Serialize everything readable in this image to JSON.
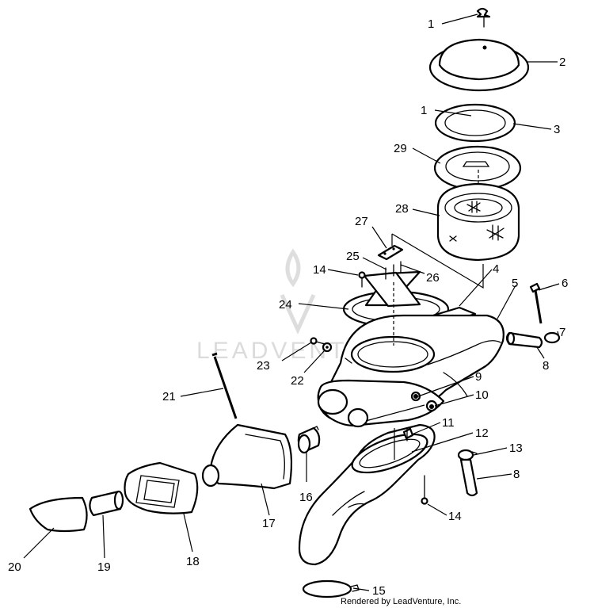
{
  "watermark": {
    "brand": "LEADVENTURE"
  },
  "credit": "Rendered by LeadVenture, Inc.",
  "callouts": [
    "1",
    "2",
    "1",
    "3",
    "29",
    "28",
    "27",
    "25",
    "26",
    "14",
    "4",
    "5",
    "6",
    "7",
    "8",
    "24",
    "23",
    "22",
    "21",
    "9",
    "10",
    "11",
    "12",
    "13",
    "8",
    "16",
    "17",
    "14",
    "18",
    "19",
    "20",
    "15"
  ]
}
